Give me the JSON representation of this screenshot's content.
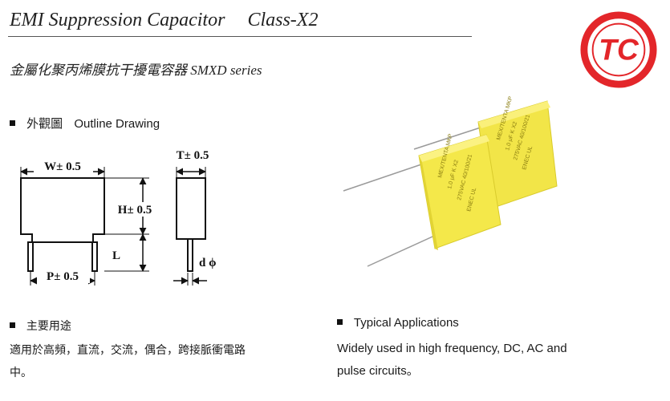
{
  "header": {
    "title": "EMI Suppression Capacitor",
    "class_label": "Class-X2",
    "subtitle": "金屬化聚丙烯膜抗干擾電容器 SMXD series"
  },
  "logo": {
    "text": "TC",
    "color": "#e3262a"
  },
  "outline": {
    "heading_zh": "外觀圖",
    "heading_en": "Outline Drawing",
    "labels": {
      "w": "W± 0.5",
      "h": "H± 0.5",
      "l": "L",
      "p": "P± 0.5",
      "t": "T± 0.5",
      "d": "d ϕ"
    }
  },
  "product_photo": {
    "body_color": "#f4e84a",
    "marking": [
      "MEX/TENTA MKP",
      "1.0 μF K X2",
      "275VAC 40/100/21",
      "ENEC   UL"
    ]
  },
  "applications_zh": {
    "heading": "主要用途",
    "body": "適用於高頻，直流，交流，偶合，跨接脈衝電路中。"
  },
  "applications_en": {
    "heading": "Typical Applications",
    "body": "Widely used in high frequency, DC, AC and pulse circuits。"
  }
}
